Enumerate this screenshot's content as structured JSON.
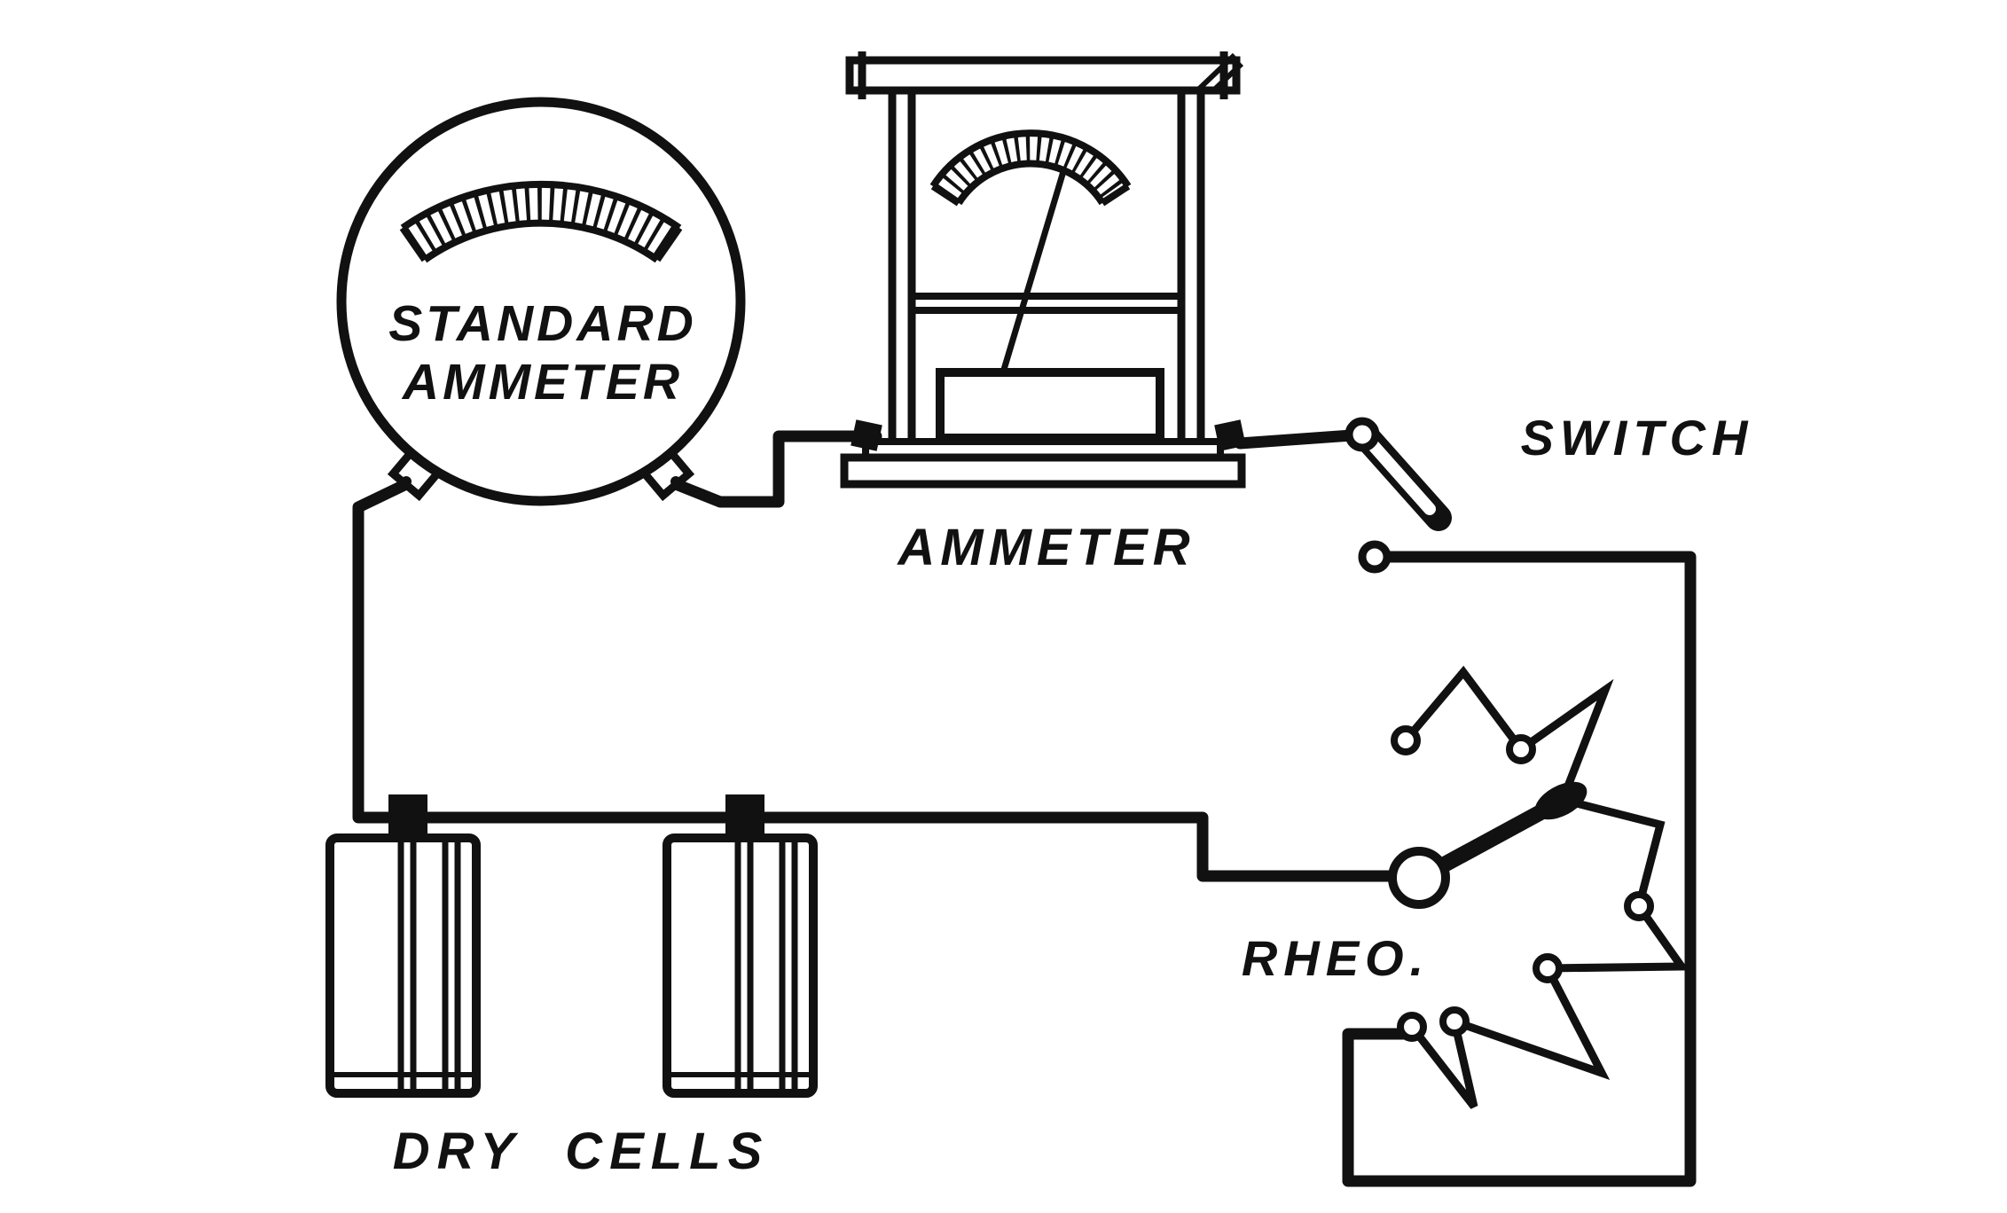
{
  "colors": {
    "ink": "#111111",
    "paper": "#ffffff"
  },
  "labels": {
    "standard_ammeter_line1": "STANDARD",
    "standard_ammeter_line2": "AMMETER",
    "ammeter": "AMMETER",
    "switch": "SWITCH",
    "rheostat": "RHEO.",
    "dry_cells": "DRY CELLS"
  },
  "components": [
    "standard-ammeter-round-dial",
    "panel-ammeter-on-stand",
    "open-knife-switch",
    "rheostat-with-wiper-arm",
    "dry-cell-battery-1",
    "dry-cell-battery-2"
  ]
}
